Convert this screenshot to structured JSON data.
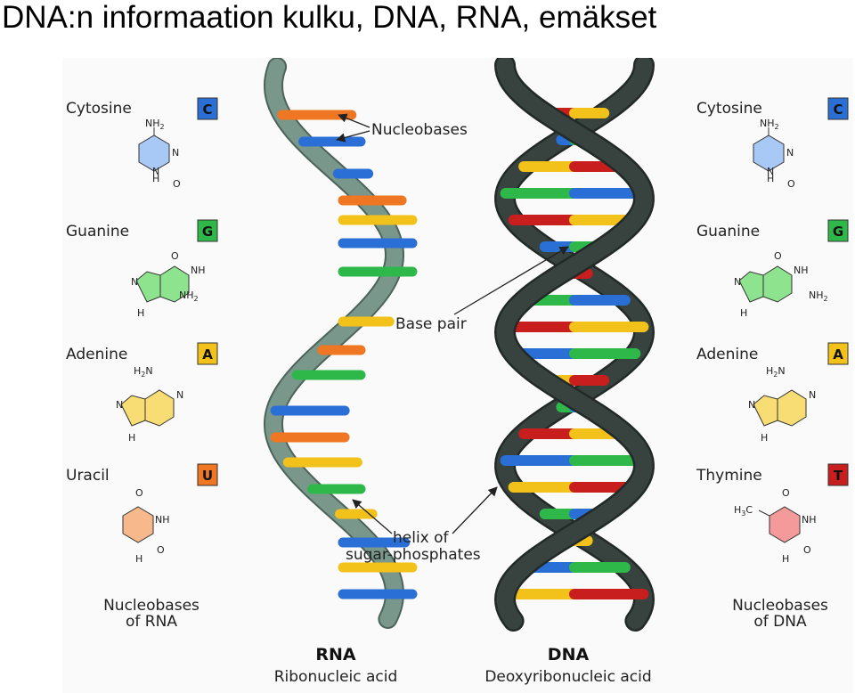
{
  "title": "DNA:n informaation kulku, DNA, RNA, emäkset",
  "rna_bases": [
    {
      "name": "Cytosine",
      "letter": "C",
      "color": "#2a6fd6",
      "ring": "#a8c8f5"
    },
    {
      "name": "Guanine",
      "letter": "G",
      "color": "#2fb84a",
      "ring": "#8ee38f"
    },
    {
      "name": "Adenine",
      "letter": "A",
      "color": "#f2c21b",
      "ring": "#f7dd73"
    },
    {
      "name": "Uracil",
      "letter": "U",
      "color": "#ef7622",
      "ring": "#f7b98c"
    }
  ],
  "dna_bases": [
    {
      "name": "Cytosine",
      "letter": "C",
      "color": "#2a6fd6",
      "ring": "#a8c8f5"
    },
    {
      "name": "Guanine",
      "letter": "G",
      "color": "#2fb84a",
      "ring": "#8ee38f"
    },
    {
      "name": "Adenine",
      "letter": "A",
      "color": "#f2c21b",
      "ring": "#f7dd73"
    },
    {
      "name": "Thymine",
      "letter": "T",
      "color": "#c81e1e",
      "ring": "#f59a9a"
    }
  ],
  "labels": {
    "rna_group_l1": "Nucleobases",
    "rna_group_l2": "of RNA",
    "dna_group_l1": "Nucleobases",
    "dna_group_l2": "of DNA",
    "nucleobases": "Nucleobases",
    "base_pair": "Base pair",
    "helix_l1": "helix of",
    "helix_l2": "sugar-phosphates",
    "rna_title": "RNA",
    "rna_sub": "Ribonucleic acid",
    "dna_title": "DNA",
    "dna_sub": "Deoxyribonucleic acid"
  },
  "atoms": {
    "nh2": "NH",
    "h2n": "H",
    "n": "N",
    "h": "H",
    "o": "O",
    "nh": "NH",
    "h3c": "H",
    "c": "C",
    "sub2": "2",
    "sub3": "3"
  },
  "colors": {
    "rna_strand": "#7a978c",
    "dna_strand": "#38423f",
    "cytosine": "#2a6fd6",
    "guanine": "#2fb84a",
    "adenine": "#f2c21b",
    "uracil": "#ef7622",
    "thymine": "#c81e1e"
  }
}
